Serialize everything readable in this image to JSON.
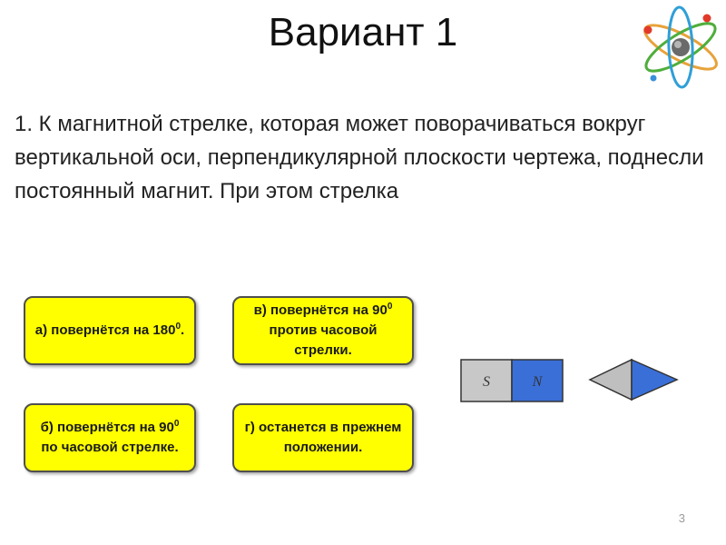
{
  "slide": {
    "title": "Вариант 1",
    "page_number": "3"
  },
  "question": {
    "text": "1. К магнитной стрелке, которая может поворачиваться вокруг вертикальной оси, перпендикулярной плоскости чертежа, поднесли постоянный магнит. При этом стрелка"
  },
  "answers": [
    {
      "id": "a",
      "before": "а) повернётся на 180",
      "sup": "0",
      "after": "."
    },
    {
      "id": "v",
      "before": "в) повернётся на 90",
      "sup": "0",
      "after": " против часовой стрелки."
    },
    {
      "id": "b",
      "before": "б) повернётся на 90",
      "sup": "0",
      "after": " по часовой стрелке."
    },
    {
      "id": "g",
      "before": "г) останется в прежнем положении.",
      "sup": "",
      "after": ""
    }
  ],
  "diagram": {
    "magnet_left_label": "S",
    "magnet_right_label": "N"
  },
  "colors": {
    "answer_fill": "#ffff00",
    "magnet_south": "#c8c8c8",
    "magnet_north": "#3a6fd8",
    "needle_grey": "#bfbfbf",
    "needle_blue": "#3a6fd8"
  }
}
